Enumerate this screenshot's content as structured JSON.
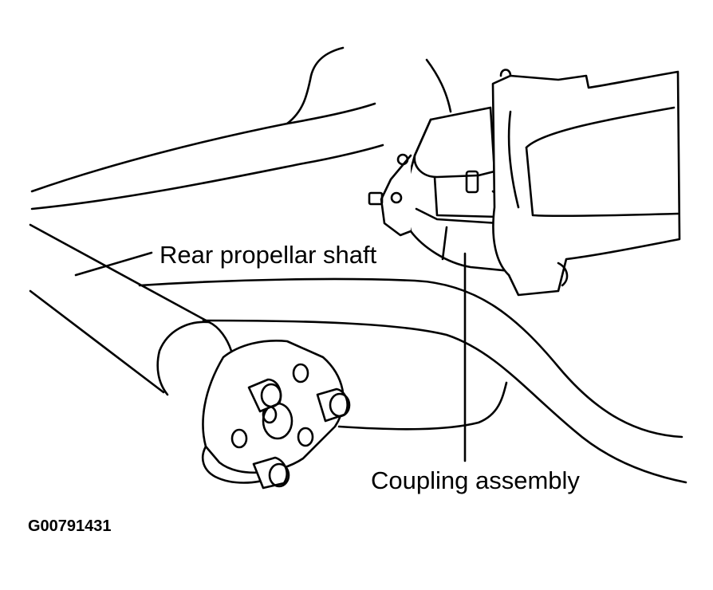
{
  "labels": {
    "rear_propellar_shaft": "Rear propellar shaft",
    "coupling_assembly": "Coupling assembly",
    "figure_id": "G00791431"
  },
  "colors": {
    "ink": "#000000",
    "background": "#ffffff"
  }
}
